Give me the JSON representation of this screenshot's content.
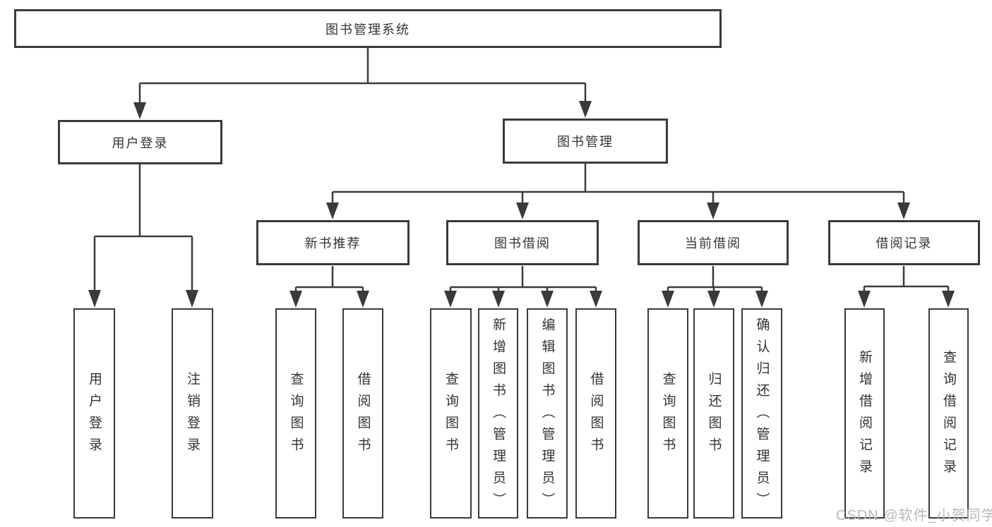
{
  "diagram": {
    "type": "tree",
    "root": {
      "label": "图书管理系统",
      "children": [
        {
          "label": "用户登录",
          "children": [
            {
              "label": "用户登录"
            },
            {
              "label": "注销登录"
            }
          ]
        },
        {
          "label": "图书管理",
          "children": [
            {
              "label": "新书推荐",
              "children": [
                {
                  "label": "查询图书"
                },
                {
                  "label": "借阅图书"
                }
              ]
            },
            {
              "label": "图书借阅",
              "children": [
                {
                  "label": "查询图书"
                },
                {
                  "label": "新增图书（管理员）"
                },
                {
                  "label": "编辑图书（管理员）"
                },
                {
                  "label": "借阅图书"
                }
              ]
            },
            {
              "label": "当前借阅",
              "children": [
                {
                  "label": "查询图书"
                },
                {
                  "label": "归还图书"
                },
                {
                  "label": "确认归还（管理员）"
                }
              ]
            },
            {
              "label": "借阅记录",
              "children": [
                {
                  "label": "新增借阅记录"
                },
                {
                  "label": "查询借阅记录"
                }
              ]
            }
          ]
        }
      ]
    }
  },
  "watermark": {
    "text": "CSDN @软件_小贺同学"
  },
  "colors": {
    "line": "#3a3a3a",
    "box_border": "#3a3a3a",
    "text": "#333333",
    "background": "#ffffff",
    "watermark": "#b8b8b8"
  }
}
